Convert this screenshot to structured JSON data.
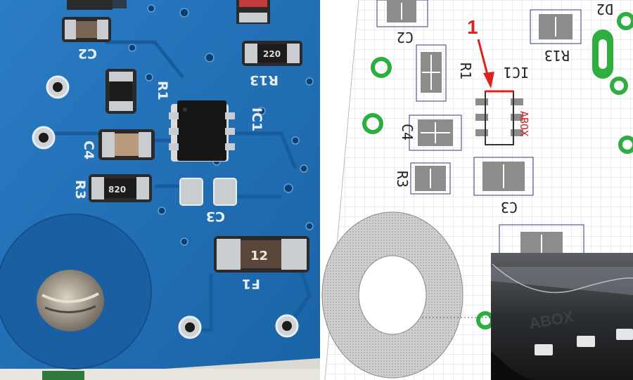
{
  "colors": {
    "pcb_blue": "#1f6fb5",
    "pcb_dark": "#0f4c8a",
    "silkscreen": "#e8eef5",
    "pad_tin": "#c9ccd0",
    "cad_grid": "#d6dbe2",
    "cad_text": "#222222",
    "cad_pad": "#8c8c8c",
    "marker_red": "#e02020",
    "hole_green": "#2eae3f"
  },
  "photo": {
    "labels": {
      "c2": "C2",
      "r1": "R1",
      "ic1": "IC1",
      "r13": "R13",
      "r13_code": "220",
      "c4": "C4",
      "r3": "R3",
      "r3_code": "820",
      "c3": "C3",
      "f1": "F1",
      "f1_code": "12"
    }
  },
  "cad": {
    "labels": {
      "c2": "C2",
      "d2": "D2",
      "r1": "R1",
      "r13": "R13",
      "ic1": "IC1",
      "c4": "C4",
      "r3": "R3",
      "c3": "C3"
    },
    "marker": "1",
    "chip_marking": "ABOX"
  },
  "inset": {
    "chip_marking": "ABOX"
  }
}
